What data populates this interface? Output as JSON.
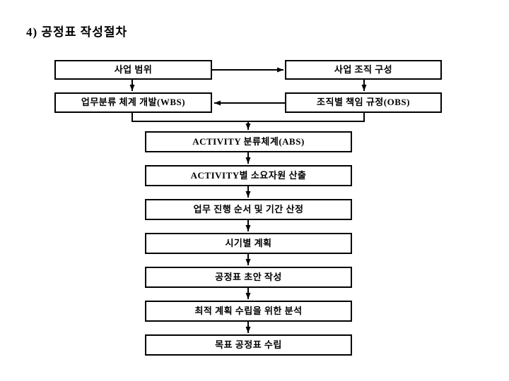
{
  "title": "4) 공정표 작성절차",
  "colors": {
    "background": "#ffffff",
    "line": "#000000",
    "text": "#000000"
  },
  "flowchart": {
    "nodes": {
      "scope": "사업 범위",
      "org": "사업 조직 구성",
      "wbs": "업무분류 체계 개발(WBS)",
      "obs": "조직별 책임 규정(OBS)"
    },
    "steps": [
      "ACTIVITY 분류체계(ABS)",
      "ACTIVITY별 소요자원 산출",
      "업무 진행 순서 및 기간 산정",
      "시기별 계획",
      "공정표 초안 작성",
      "최적 계획 수립을 위한 분석",
      "목표 공정표 수립"
    ],
    "edges": [
      "사업 범위 → 사업 조직 구성",
      "사업 범위 ↓ 업무분류 체계 개발(WBS)",
      "사업 조직 구성 ↓ 조직별 책임 규정(OBS)",
      "조직별 책임 규정(OBS) → 업무분류 체계 개발(WBS)",
      "업무분류 체계 개발(WBS) + 조직별 책임 규정(OBS) ↓ ACTIVITY 분류체계(ABS)",
      "ACTIVITY 분류체계(ABS) ↓ ACTIVITY별 소요자원 산출 ↓ 업무 진행 순서 및 기간 산정 ↓ 시기별 계획 ↓ 공정표 초안 작성 ↓ 최적 계획 수립을 위한 분석 ↓ 목표 공정표 수립"
    ]
  }
}
